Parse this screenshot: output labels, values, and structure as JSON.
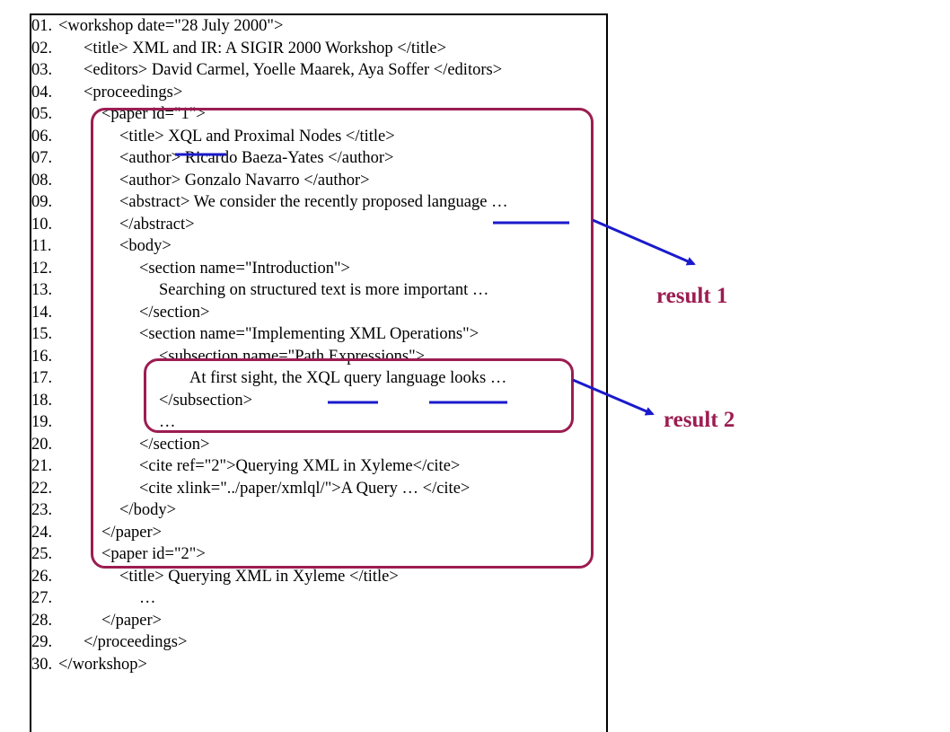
{
  "lines": [
    {
      "num": "01.",
      "indent": 0,
      "text": "<workshop date=\"28 July 2000\">"
    },
    {
      "num": "02.",
      "indent": 1,
      "text": "<title> XML and IR: A SIGIR 2000 Workshop </title>"
    },
    {
      "num": "03.",
      "indent": 1,
      "text": "<editors> David Carmel, Yoelle Maarek, Aya Soffer </editors>"
    },
    {
      "num": "04.",
      "indent": 1,
      "text": "<proceedings>"
    },
    {
      "num": "05.",
      "indent": 2,
      "text": "<paper id=\"1\">"
    },
    {
      "num": "06.",
      "indent": 3,
      "text": "<title> XQL and Proximal Nodes </title>"
    },
    {
      "num": "07.",
      "indent": 3,
      "text": "<author> Ricardo Baeza-Yates </author>"
    },
    {
      "num": "08.",
      "indent": 3,
      "text": "<author> Gonzalo Navarro </author>"
    },
    {
      "num": "09.",
      "indent": 3,
      "text": "<abstract> We consider the recently proposed language …"
    },
    {
      "num": "10.",
      "indent": 3,
      "text": "</abstract>"
    },
    {
      "num": "11.",
      "indent": 3,
      "text": "<body>"
    },
    {
      "num": "12.",
      "indent": 4,
      "text": "<section name=\"Introduction\">"
    },
    {
      "num": "13.",
      "indent": 5,
      "text": "Searching on structured text is more important …"
    },
    {
      "num": "14.",
      "indent": 4,
      "text": "</section>"
    },
    {
      "num": "15.",
      "indent": 4,
      "text": "<section name=\"Implementing XML Operations\">"
    },
    {
      "num": "16.",
      "indent": 5,
      "text": "<subsection name=\"Path Expressions\">"
    },
    {
      "num": "17.",
      "indent": 6,
      "text": "At first sight, the XQL query language looks …"
    },
    {
      "num": "18.",
      "indent": 5,
      "text": "</subsection>"
    },
    {
      "num": "19.",
      "indent": 5,
      "text": "…"
    },
    {
      "num": "20.",
      "indent": 4,
      "text": "</section>"
    },
    {
      "num": "21.",
      "indent": 4,
      "text": "<cite ref=\"2\">Querying XML in Xyleme</cite>"
    },
    {
      "num": "22.",
      "indent": 4,
      "text": "<cite xlink=\"../paper/xmlql/\">A Query … </cite>"
    },
    {
      "num": "23.",
      "indent": 3,
      "text": "</body>"
    },
    {
      "num": "24.",
      "indent": 2,
      "text": "</paper>"
    },
    {
      "num": "25.",
      "indent": 2,
      "text": "<paper id=\"2\">"
    },
    {
      "num": "26.",
      "indent": 3,
      "text": "<title> Querying XML in Xyleme </title>"
    },
    {
      "num": "27.",
      "indent": 4,
      "text": "…"
    },
    {
      "num": "28.",
      "indent": 2,
      "text": "</paper>"
    },
    {
      "num": "29.",
      "indent": 1,
      "text": "</proceedings>"
    },
    {
      "num": "30.",
      "indent": 0,
      "text": "</workshop>"
    }
  ],
  "results": {
    "result1_label": "result 1",
    "result2_label": "result 2"
  },
  "colors": {
    "box": "#9c1d52",
    "underline": "#1a1acc",
    "arrow": "#1a1acc",
    "label": "#9c1d52"
  }
}
